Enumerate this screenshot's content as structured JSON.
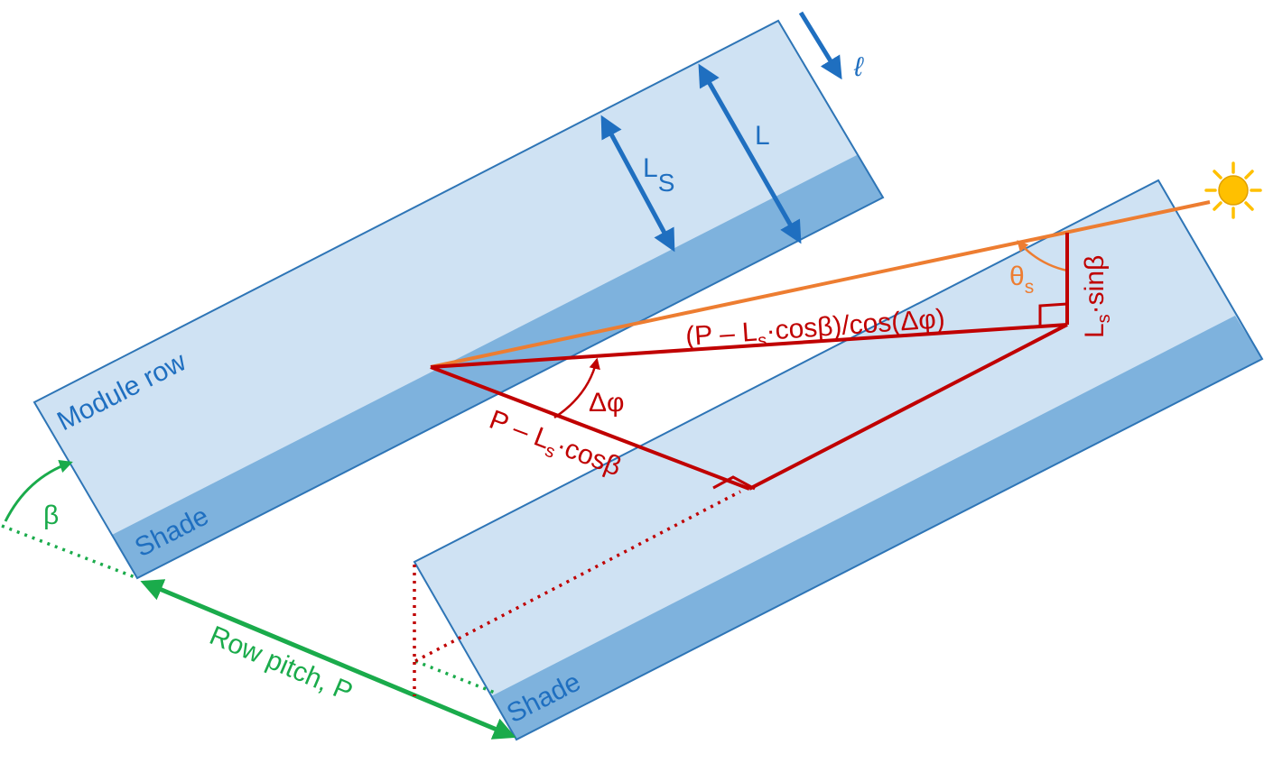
{
  "colors": {
    "module_fill": "#cfe2f3",
    "module_stroke": "#2e75b6",
    "shade_fill": "#7eb2dd",
    "arrow_blue": "#1f6fc0",
    "geometry_red": "#c00000",
    "pitch_green": "#1aab4b",
    "sun_ray_orange": "#ed7d31",
    "sun_yellow": "#ffc000"
  },
  "labels": {
    "module_row": "Module row",
    "shade_upper": "Shade",
    "shade_lower": "Shade",
    "length_L": "L",
    "shade_length_main": "L",
    "shade_length_sub": "S",
    "ell": "ℓ",
    "beta": "β",
    "row_pitch": "Row pitch, P",
    "theta_main": "θ",
    "theta_sub": "s",
    "delta_phi": "Δφ",
    "hyp_prefix": "(P – L",
    "hyp_sub": "s",
    "hyp_suffix": "·cosβ)/cos(Δφ)",
    "base_prefix": "P – L",
    "base_sub": "s",
    "base_suffix": "·cosβ",
    "vert_prefix": "L",
    "vert_sub": "s",
    "vert_suffix": "·sinβ"
  },
  "icons": {
    "sun": "sun-icon"
  }
}
